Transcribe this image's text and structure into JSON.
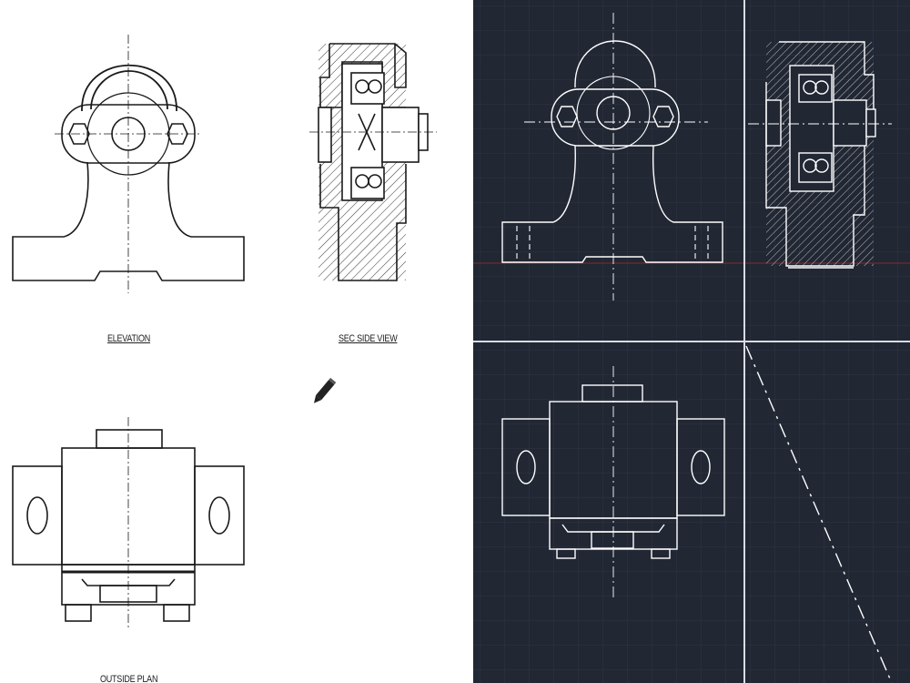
{
  "paper": {
    "labels": {
      "elevation": "ELEVATION",
      "sec_side_view": "SEC SIDE VIEW",
      "outside_plan": "OUTSIDE PLAN"
    },
    "cursor_icon": "pencil-icon"
  },
  "cad": {
    "background": "#212733",
    "line_color": "#ffffff",
    "grid_color": "#2e3645",
    "axis_x_color": "#8a2a2a",
    "viewport_divider_color": "#d8dce4"
  },
  "colors": {
    "paper_background": "#ffffff",
    "paper_line": "#1a1a1a",
    "hatch_paper": "#333333",
    "hatch_cad": "#cfd3d8"
  }
}
